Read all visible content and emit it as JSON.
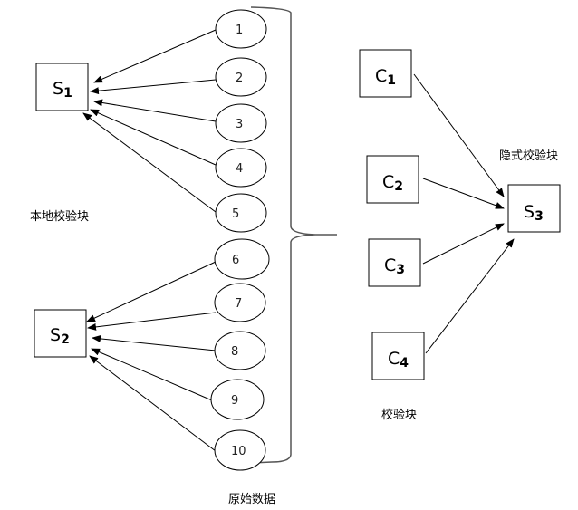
{
  "diagram": {
    "data_nodes": [
      "1",
      "2",
      "3",
      "4",
      "5",
      "6",
      "7",
      "8",
      "9",
      "10"
    ],
    "local_checks": [
      {
        "id": "S1",
        "base": "S",
        "sub": "1",
        "sources": [
          "1",
          "2",
          "3",
          "4",
          "5"
        ]
      },
      {
        "id": "S2",
        "base": "S",
        "sub": "2",
        "sources": [
          "6",
          "7",
          "8",
          "9",
          "10"
        ]
      }
    ],
    "check_blocks": [
      {
        "id": "C1",
        "base": "C",
        "sub": "1"
      },
      {
        "id": "C2",
        "base": "C",
        "sub": "2"
      },
      {
        "id": "C3",
        "base": "C",
        "sub": "3"
      },
      {
        "id": "C4",
        "base": "C",
        "sub": "4"
      }
    ],
    "implicit_check": {
      "id": "S3",
      "base": "S",
      "sub": "3",
      "sources": [
        "C1",
        "C2",
        "C3",
        "C4"
      ]
    },
    "captions": {
      "local_check": "本地校验块",
      "original_data": "原始数据",
      "implicit_check": "隐式校验块",
      "check_block": "校验块"
    }
  }
}
